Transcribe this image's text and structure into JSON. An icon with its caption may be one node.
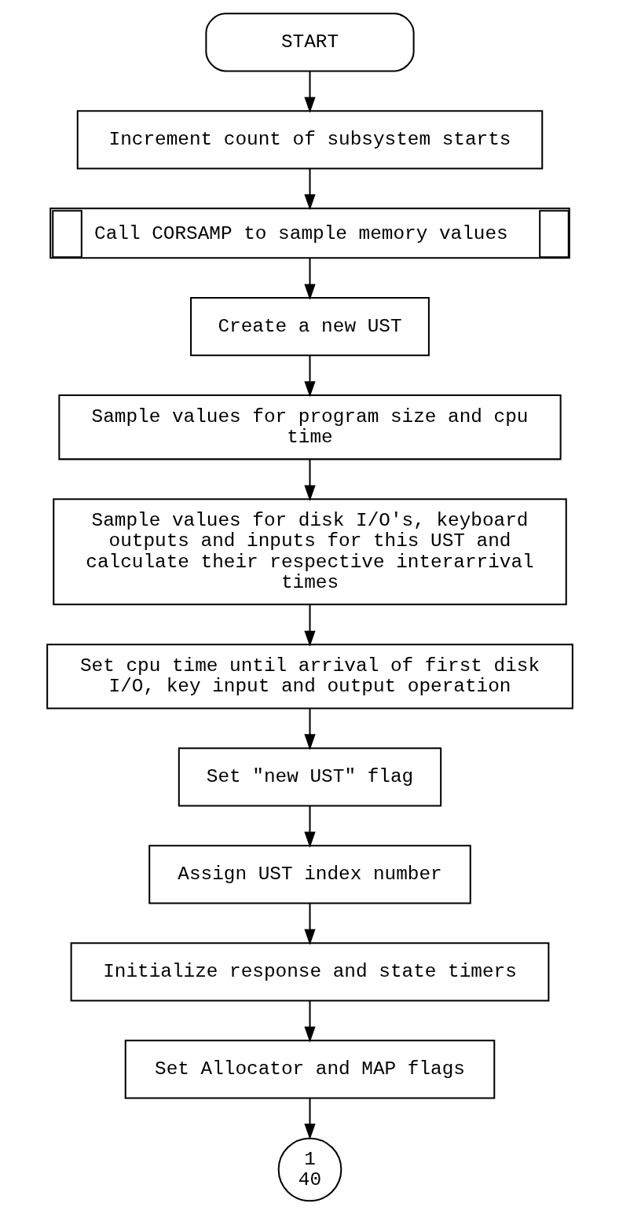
{
  "diagram": {
    "nodes": [
      {
        "text": [
          "START"
        ]
      },
      {
        "text": [
          "Increment count of subsystem starts"
        ]
      },
      {
        "text": [
          "Call CORSAMP to sample memory values"
        ]
      },
      {
        "text": [
          "Create a new UST"
        ]
      },
      {
        "text": [
          "Sample values for program size and cpu time"
        ]
      },
      {
        "text": [
          "Sample values for disk I/O's, keyboard outputs and inputs for this UST and calculate their respective interarrival times"
        ]
      },
      {
        "text": [
          "Set cpu time until arrival of first disk I/O, key input and output operation"
        ]
      },
      {
        "text": [
          "Set \"new UST\" flag"
        ]
      },
      {
        "text": [
          "Assign UST index number"
        ]
      },
      {
        "text": [
          "Initialize response and state timers"
        ]
      },
      {
        "text": [
          "Set Allocator and MAP flags"
        ]
      },
      {
        "text": [
          "1",
          "40"
        ]
      }
    ],
    "edges": [
      {
        "from": 0,
        "to": 1,
        "arrow": "to"
      },
      {
        "from": 1,
        "to": 2,
        "arrow": "to"
      },
      {
        "from": 2,
        "to": 3,
        "arrow": "to"
      },
      {
        "from": 3,
        "to": 4,
        "arrow": "to"
      },
      {
        "from": 4,
        "to": 5,
        "arrow": "to"
      },
      {
        "from": 5,
        "to": 6,
        "arrow": "to"
      },
      {
        "from": 6,
        "to": 7,
        "arrow": "to"
      },
      {
        "from": 7,
        "to": 8,
        "arrow": "to"
      },
      {
        "from": 8,
        "to": 9,
        "arrow": "to"
      },
      {
        "from": 9,
        "to": 10,
        "arrow": "to"
      },
      {
        "from": 10,
        "to": 11,
        "arrow": "to"
      }
    ]
  }
}
